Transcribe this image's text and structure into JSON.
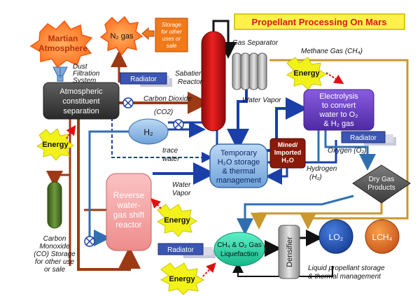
{
  "title": "Propellant Processing On Mars",
  "nodes": {
    "martian_atmosphere": [
      "Martian",
      "Atmosphere"
    ],
    "n2_gas": "N₂ gas",
    "storage_other": [
      "Storage",
      "for other",
      "uses or",
      "sale"
    ],
    "dust_filtration": [
      "Dust",
      "Filtration",
      "System"
    ],
    "atmospheric_separation": [
      "Atmospheric",
      "constituent",
      "separation"
    ],
    "sabatier_reactor": [
      "Sabatier",
      "Reactor"
    ],
    "gas_separator": "Gas Separator",
    "methane_gas": "Methane Gas (CH₄)",
    "electrolysis": [
      "Electrolysis",
      "to convert",
      "water to O₂",
      "& H₂ gas"
    ],
    "h2": "H₂",
    "temporary_storage": [
      "Temporary",
      "H₂O storage",
      "& thermal",
      "management"
    ],
    "mined_imported": [
      "Mined/",
      "Imported",
      "H₂O"
    ],
    "dry_gas_products": [
      "Dry Gas",
      "Products"
    ],
    "reverse_water_gas": [
      "Reverse",
      "water-",
      "gas shift",
      "reactor"
    ],
    "co_storage": [
      "Carbon",
      "Monoxide",
      "(CO) Storage",
      "for other use",
      "or sale"
    ],
    "liquefaction": [
      "CH₄ & O₂ Gas",
      "Liquefaction"
    ],
    "densifier": "Densifier",
    "lo2": "LO₂",
    "lch4": "LCH₄",
    "liquid_storage": [
      "Liquid propellant storage",
      "& thermal management"
    ]
  },
  "labels": {
    "carbon_dioxide": "Carbon Dioxide",
    "co2": "(CO2)",
    "water_vapor_top": "Water Vapor",
    "trace_water": [
      "trace",
      "water"
    ],
    "water_vapor_mid": [
      "Water",
      "Vapor"
    ],
    "oxygen": "Oxygen (O₂)",
    "hydrogen": [
      "Hydrogen",
      "(H₂)"
    ]
  },
  "radiator_label": "Radiator",
  "energy_label": "Energy",
  "colors": {
    "title_text": "#d81b1b",
    "title_bg": "#fff04a",
    "pipe_co2": "#9c3a14",
    "pipe_water": "#1a3fa8",
    "pipe_methane": "#c9982e",
    "pipe_oxygen": "#2f6fb0",
    "energy_burst": "#f2f21a",
    "radiator": "#3b55b4",
    "sabatier": "#d41414",
    "electrolysis": "#6a3ec9",
    "liquefaction": "#27d6a6",
    "reverse_reactor": "#f6a3a3",
    "co_tank": "#4f7a2a"
  }
}
